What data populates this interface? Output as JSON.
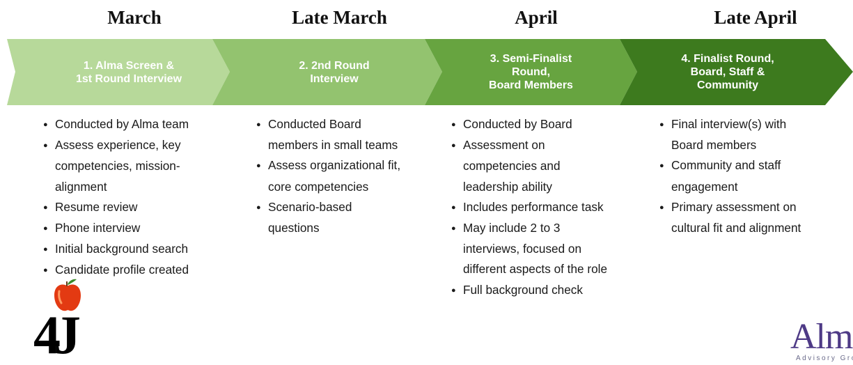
{
  "months": [
    "March",
    "Late March",
    "April",
    "Late April"
  ],
  "stages": [
    {
      "label": "1. Alma Screen &\n1st Round Interview",
      "color": "#b7d99a"
    },
    {
      "label": "2. 2nd Round\nInterview",
      "color": "#93c36f"
    },
    {
      "label": "3.  Semi-Finalist\nRound,\nBoard Members",
      "color": "#67a440"
    },
    {
      "label": "4.  Finalist Round,\nBoard, Staff  &\nCommunity",
      "color": "#3d7a1e"
    }
  ],
  "bullets": [
    [
      "Conducted by Alma team",
      "Assess experience, key\ncompetencies, mission-\nalignment",
      "Resume review",
      "Phone interview",
      "Initial background search",
      "Candidate profile created"
    ],
    [
      "Conducted Board\nmembers in small teams",
      "Assess organizational fit,\ncore competencies",
      "Scenario-based\nquestions"
    ],
    [
      "Conducted by Board",
      "Assessment on\ncompetencies and\nleadership ability",
      "Includes performance task",
      "May include 2 to 3\ninterviews, focused on\ndifferent aspects of the role",
      "Full background check"
    ],
    [
      "Final interview(s) with\nBoard members",
      "Community and staff\nengagement",
      "Primary assessment on\ncultural fit and alignment"
    ]
  ],
  "logos": {
    "left": "4J",
    "right_main": "Alma",
    "right_sub": "Advisory Group"
  }
}
